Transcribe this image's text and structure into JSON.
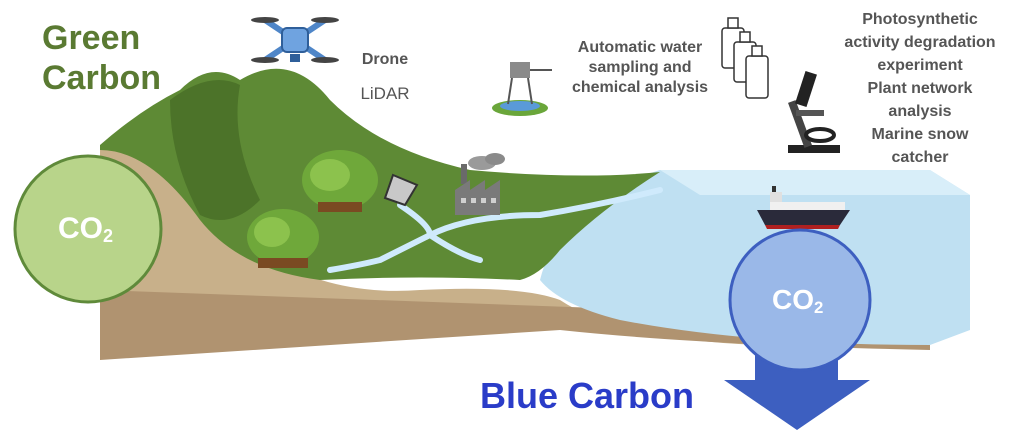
{
  "titles": {
    "green_carbon": [
      "Green",
      "Carbon"
    ],
    "blue_carbon": "Blue Carbon"
  },
  "labels": {
    "drone": "Drone",
    "lidar": "LiDAR",
    "water_sampling": [
      "Automatic water",
      "sampling and",
      "chemical analysis"
    ],
    "microscope": [
      "Photosynthetic",
      "activity degradation",
      "experiment",
      "Plant network",
      "analysis",
      "Marine snow",
      "catcher"
    ]
  },
  "co2": {
    "main": "CO",
    "sub": "2"
  },
  "colors": {
    "green_title": "#5a7a32",
    "blue_title": "#2a3cc8",
    "hill": "#5e8a35",
    "soil": "#c8b08a",
    "water": "#bfe0f2",
    "co2_green": "#b8d48a",
    "co2_blue": "#9ab8e8",
    "arrow": "#3d5fc0"
  },
  "icons": [
    "drone-icon",
    "water-sampler-icon",
    "sample-bottles-icon",
    "microscope-icon",
    "factory-icon",
    "ship-icon",
    "tree-icon"
  ]
}
